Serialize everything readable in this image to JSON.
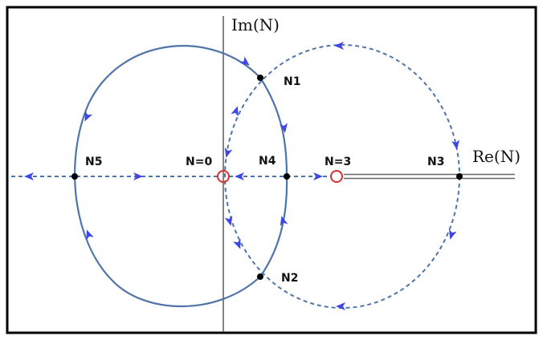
{
  "axes": {
    "imag_label": "Im(N)",
    "real_label": "Re(N)"
  },
  "points": {
    "n0": "N=0",
    "n1": "N1",
    "n2": "N2",
    "n3": "N3",
    "n4": "N4",
    "n5": "N5",
    "n_eq_3": "N=3"
  },
  "colors": {
    "solid_curve": "#4f74a8",
    "dashed_curve": "#4f74a8",
    "arrow": "#3f48e6",
    "pole_circle": "#d63030",
    "branch_cut": "#666666",
    "border": "#000000"
  }
}
